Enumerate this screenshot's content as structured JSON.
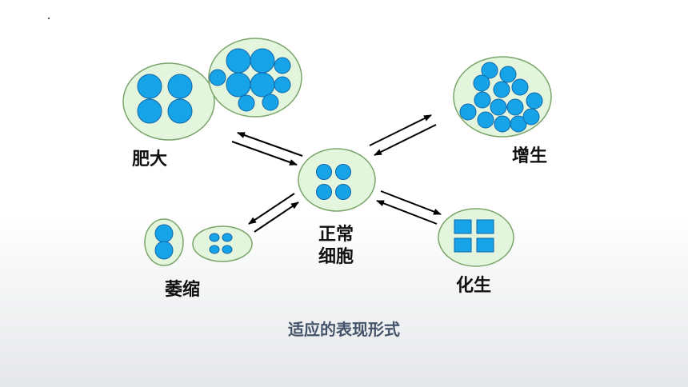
{
  "labels": {
    "hypertrophy": "肥大",
    "hyperplasia": "增生",
    "atrophy": "萎缩",
    "metaplasia": "化生",
    "normal_line1": "正常",
    "normal_line2": "细胞"
  },
  "caption": "适应的表现形式",
  "colors": {
    "cell_fill": "#e3f5dc",
    "cell_stroke": "#7aa56a",
    "nucleus_fill": "#17a3e8",
    "nucleus_stroke": "#1266a8",
    "arrow": "#000000",
    "caption": "#44546a"
  }
}
